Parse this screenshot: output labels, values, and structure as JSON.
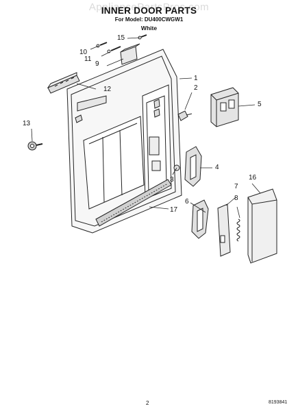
{
  "watermark": "AppliancePartsPros.com",
  "title": "INNER DOOR PARTS",
  "subtitle": "For Model: DU400CWGW1",
  "color": "White",
  "page_number": "2",
  "document_number": "8193841",
  "callouts": {
    "c1": "1",
    "c2": "2",
    "c3": "3",
    "c4": "4",
    "c5": "5",
    "c6": "6",
    "c7": "7",
    "c8": "8",
    "c9": "9",
    "c10": "10",
    "c11": "11",
    "c12": "12",
    "c13": "13",
    "c15": "15",
    "c16": "16",
    "c17": "17"
  }
}
